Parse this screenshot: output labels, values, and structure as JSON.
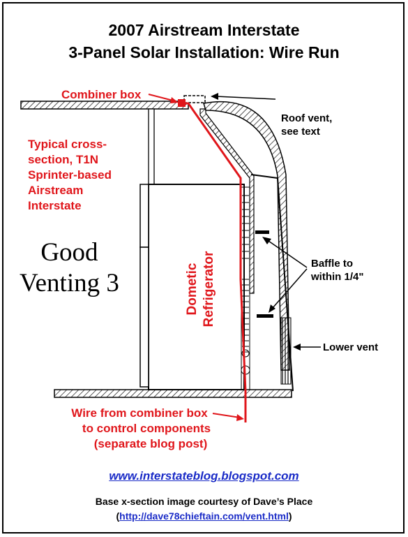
{
  "title_line1": "2007 Airstream Interstate",
  "title_line2": "3-Panel Solar Installation: Wire Run",
  "labels": {
    "combiner_box": "Combiner box",
    "cross_section": [
      "Typical cross-",
      "section, T1N",
      "Sprinter-based",
      "Airstream",
      "Interstate"
    ],
    "good_venting": [
      "Good",
      "Venting 3"
    ],
    "refrigerator": [
      "Dometic",
      "Refrigerator"
    ],
    "roof_vent": [
      "Roof vent,",
      "see text"
    ],
    "baffle": [
      "Baffle to",
      "within 1/4\""
    ],
    "lower_vent": "Lower vent",
    "wire_run": [
      "Wire from combiner box",
      "to control components",
      "(separate blog post)"
    ]
  },
  "blog_url": "www.interstateblog.blogspot.com",
  "credit_line": "Base x-section image courtesy of Dave’s Place",
  "credit_url": "http://dave78chieftain.com/vent.html",
  "colors": {
    "wire": "#e0161b",
    "link": "#1a2bc7"
  }
}
